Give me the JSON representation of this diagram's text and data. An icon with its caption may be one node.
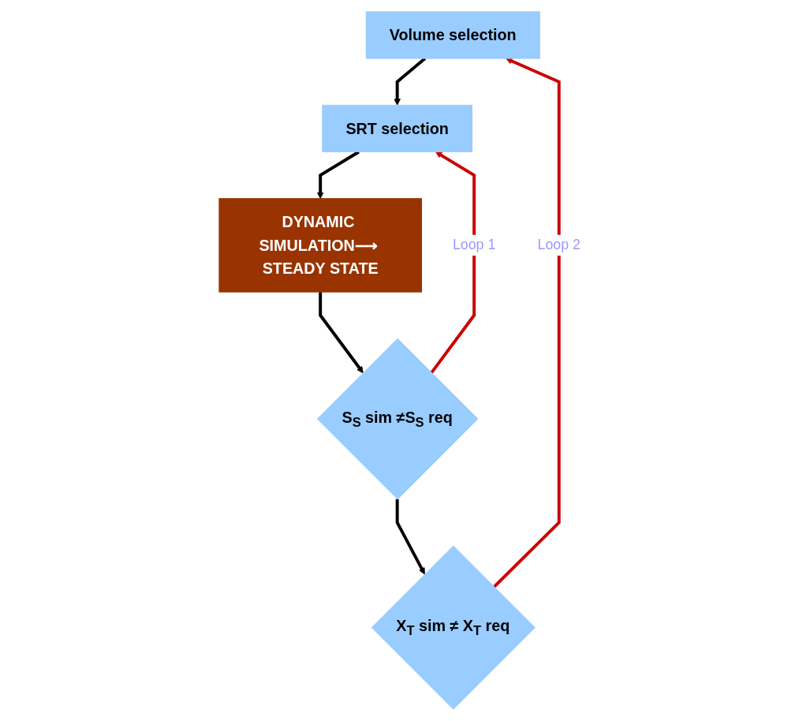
{
  "diagram": {
    "nodes": [
      {
        "text": [
          "Volume selection"
        ]
      },
      {
        "text": [
          "SRT selection"
        ]
      },
      {
        "text": [
          "DYNAMIC SIMULATION⟶ STEADY STATE"
        ]
      },
      {
        "text": [
          "S$_{S}$ sim ≠S$_{S}$ req"
        ]
      },
      {
        "text": [
          "X$_{T}$ sim ≠ X$_{T}$ req"
        ]
      }
    ],
    "edges": [
      {
        "from": 0,
        "to": 1,
        "arrow": "to"
      },
      {
        "from": 1,
        "to": 2,
        "arrow": "to"
      },
      {
        "from": 2,
        "to": 3,
        "arrow": "to"
      },
      {
        "from": 3,
        "to": 4,
        "arrow": "to"
      },
      {
        "from": 3,
        "to": 1,
        "arrow": "to",
        "color": "#cc0000",
        "label": "Loop 1"
      },
      {
        "from": 4,
        "to": 0,
        "arrow": "to",
        "color": "#cc0000",
        "label": "Loop 2"
      }
    ]
  }
}
